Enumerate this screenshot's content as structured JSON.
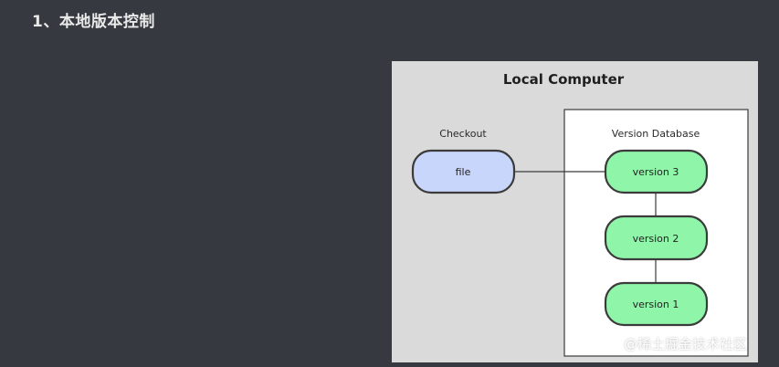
{
  "heading": "1、本地版本控制",
  "diagram": {
    "title": "Local Computer",
    "checkout_label": "Checkout",
    "file_node": "file",
    "database_label": "Version Database",
    "versions": [
      "version 3",
      "version 2",
      "version 1"
    ],
    "colors": {
      "page_background": "#363a40",
      "figure_background": "#dadada",
      "database_box": "#ffffff",
      "file_fill": "#c8d6fb",
      "version_fill": "#8ff5a9",
      "stroke": "#3b3b3b"
    }
  },
  "watermark": "@稀土掘金技术社区"
}
